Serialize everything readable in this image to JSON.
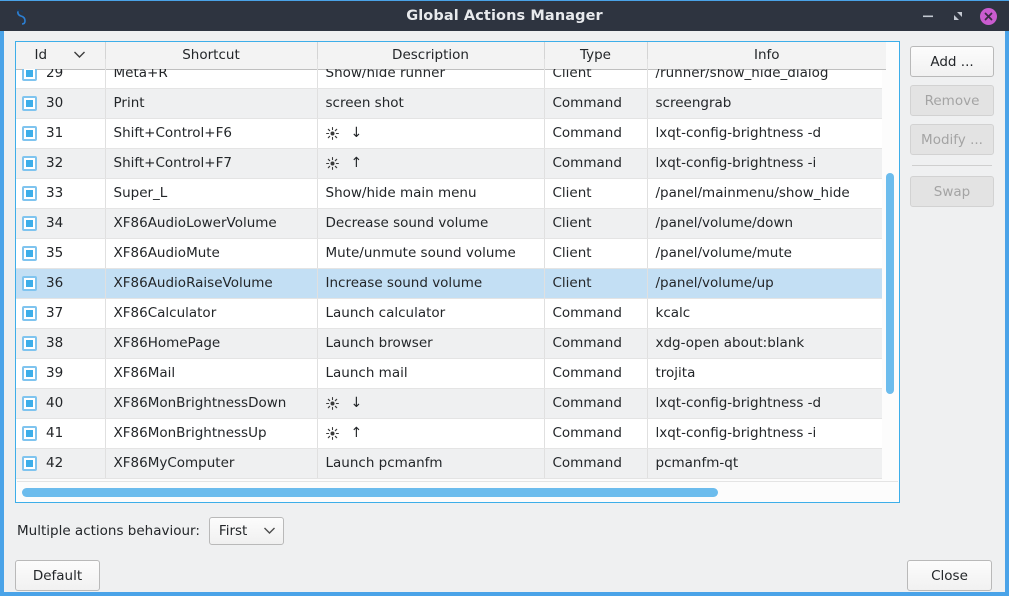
{
  "window": {
    "title": "Global Actions Manager",
    "icon": "app-shortcut-icon",
    "minimize_label": "–",
    "maximize_label": "◥",
    "close_label": "✕",
    "border_color": "#4aa3e8",
    "titlebar_color": "#2e3440",
    "close_button_color": "#c95ccf"
  },
  "table": {
    "columns": [
      "Id",
      "Shortcut",
      "Description",
      "Type",
      "Info"
    ],
    "sort_column": "Id",
    "sort_indicator": "⌄",
    "selected_row_id": "36",
    "selection_color": "#c3dff4",
    "rows": [
      {
        "id": "29",
        "shortcut": "Meta+R",
        "description": "Show/hide runner",
        "description_glyphs": null,
        "type": "Client",
        "info": "/runner/show_hide_dialog"
      },
      {
        "id": "30",
        "shortcut": "Print",
        "description": "screen shot",
        "description_glyphs": null,
        "type": "Command",
        "info": "screengrab"
      },
      {
        "id": "31",
        "shortcut": "Shift+Control+F6",
        "description": "",
        "description_glyphs": [
          "☀",
          "↓"
        ],
        "type": "Command",
        "info": "lxqt-config-brightness -d"
      },
      {
        "id": "32",
        "shortcut": "Shift+Control+F7",
        "description": "",
        "description_glyphs": [
          "☀",
          "↑"
        ],
        "type": "Command",
        "info": "lxqt-config-brightness -i"
      },
      {
        "id": "33",
        "shortcut": "Super_L",
        "description": "Show/hide main menu",
        "description_glyphs": null,
        "type": "Client",
        "info": "/panel/mainmenu/show_hide"
      },
      {
        "id": "34",
        "shortcut": "XF86AudioLowerVolume",
        "description": "Decrease sound volume",
        "description_glyphs": null,
        "type": "Client",
        "info": "/panel/volume/down"
      },
      {
        "id": "35",
        "shortcut": "XF86AudioMute",
        "description": "Mute/unmute sound volume",
        "description_glyphs": null,
        "type": "Client",
        "info": "/panel/volume/mute"
      },
      {
        "id": "36",
        "shortcut": "XF86AudioRaiseVolume",
        "description": "Increase sound volume",
        "description_glyphs": null,
        "type": "Client",
        "info": "/panel/volume/up"
      },
      {
        "id": "37",
        "shortcut": "XF86Calculator",
        "description": "Launch calculator",
        "description_glyphs": null,
        "type": "Command",
        "info": "kcalc"
      },
      {
        "id": "38",
        "shortcut": "XF86HomePage",
        "description": "Launch browser",
        "description_glyphs": null,
        "type": "Command",
        "info": "xdg-open about:blank"
      },
      {
        "id": "39",
        "shortcut": "XF86Mail",
        "description": "Launch mail",
        "description_glyphs": null,
        "type": "Command",
        "info": "trojita"
      },
      {
        "id": "40",
        "shortcut": "XF86MonBrightnessDown",
        "description": "",
        "description_glyphs": [
          "☀",
          "↓"
        ],
        "type": "Command",
        "info": "lxqt-config-brightness -d"
      },
      {
        "id": "41",
        "shortcut": "XF86MonBrightnessUp",
        "description": "",
        "description_glyphs": [
          "☀",
          "↑"
        ],
        "type": "Command",
        "info": "lxqt-config-brightness -i"
      },
      {
        "id": "42",
        "shortcut": "XF86MyComputer",
        "description": "Launch pcmanfm",
        "description_glyphs": null,
        "type": "Command",
        "info": "pcmanfm-qt"
      }
    ]
  },
  "side_buttons": [
    {
      "label": "Add ...",
      "enabled": true
    },
    {
      "label": "Remove",
      "enabled": false
    },
    {
      "label": "Modify ...",
      "enabled": false
    },
    {
      "label": "Swap",
      "enabled": false
    }
  ],
  "behaviour": {
    "label": "Multiple actions behaviour:",
    "selected": "First",
    "chevron": "⌄"
  },
  "footer": {
    "default_label": "Default",
    "close_label": "Close"
  },
  "scrollbars": {
    "color": "#6cbced"
  }
}
